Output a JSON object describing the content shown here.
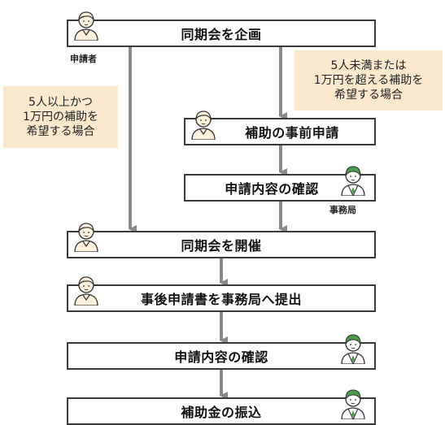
{
  "steps": {
    "plan": "同期会を企画",
    "pre_apply": "補助の事前申請",
    "confirm1": "申請内容の確認",
    "hold": "同期会を開催",
    "post_submit": "事後申請書を事務局へ提出",
    "confirm2": "申請内容の確認",
    "transfer": "補助金の振込"
  },
  "notes": {
    "right": [
      "5人未満または",
      "1万円を超える補助を",
      "希望する場合"
    ],
    "left": [
      "5人以上かつ",
      "1万円の補助を",
      "希望する場合"
    ]
  },
  "roles": {
    "applicant": "申請者",
    "office": "事務局"
  },
  "colors": {
    "box_border": "#3a3a3a",
    "arrow": "#8a8a8a",
    "note_bg": "#fbe9cd",
    "applicant_fill": "#fdf0dc",
    "office_hair": "#4a9a4a"
  },
  "icons": {
    "applicant": "applicant-person-icon",
    "office": "office-staff-icon"
  }
}
